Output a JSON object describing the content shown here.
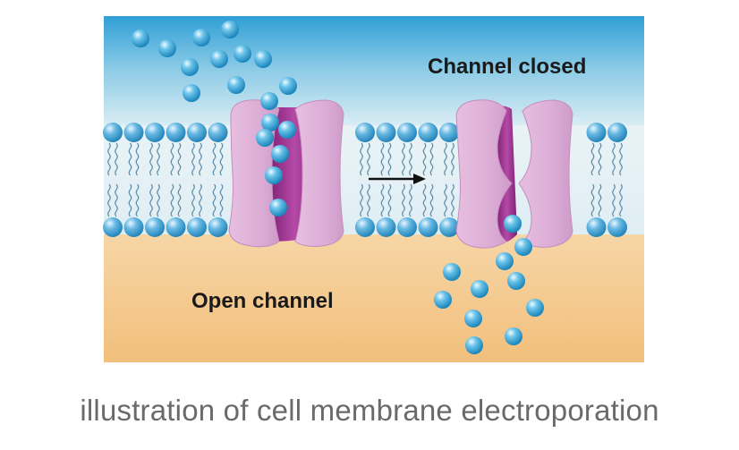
{
  "labels": {
    "closed": "Channel closed",
    "open": "Open channel"
  },
  "caption": "illustration of cell membrane electroporation",
  "colors": {
    "extracellular_top": "#2f9fd6",
    "extracellular_bottom": "#e6f2f6",
    "intracellular_top": "#f6d6a6",
    "intracellular_bottom": "#f2bf7c",
    "lipid_head": "#2b97cf",
    "lipid_tail": "#5a8aa6",
    "channel_protein": "#e2b4dc",
    "channel_pore": "#a43a96",
    "ion": "#1f9dd6",
    "arrow": "#111111",
    "caption_text": "#6a6a6a"
  },
  "icons": [
    "right-arrow-icon",
    "ion-icon",
    "phospholipid-icon"
  ]
}
